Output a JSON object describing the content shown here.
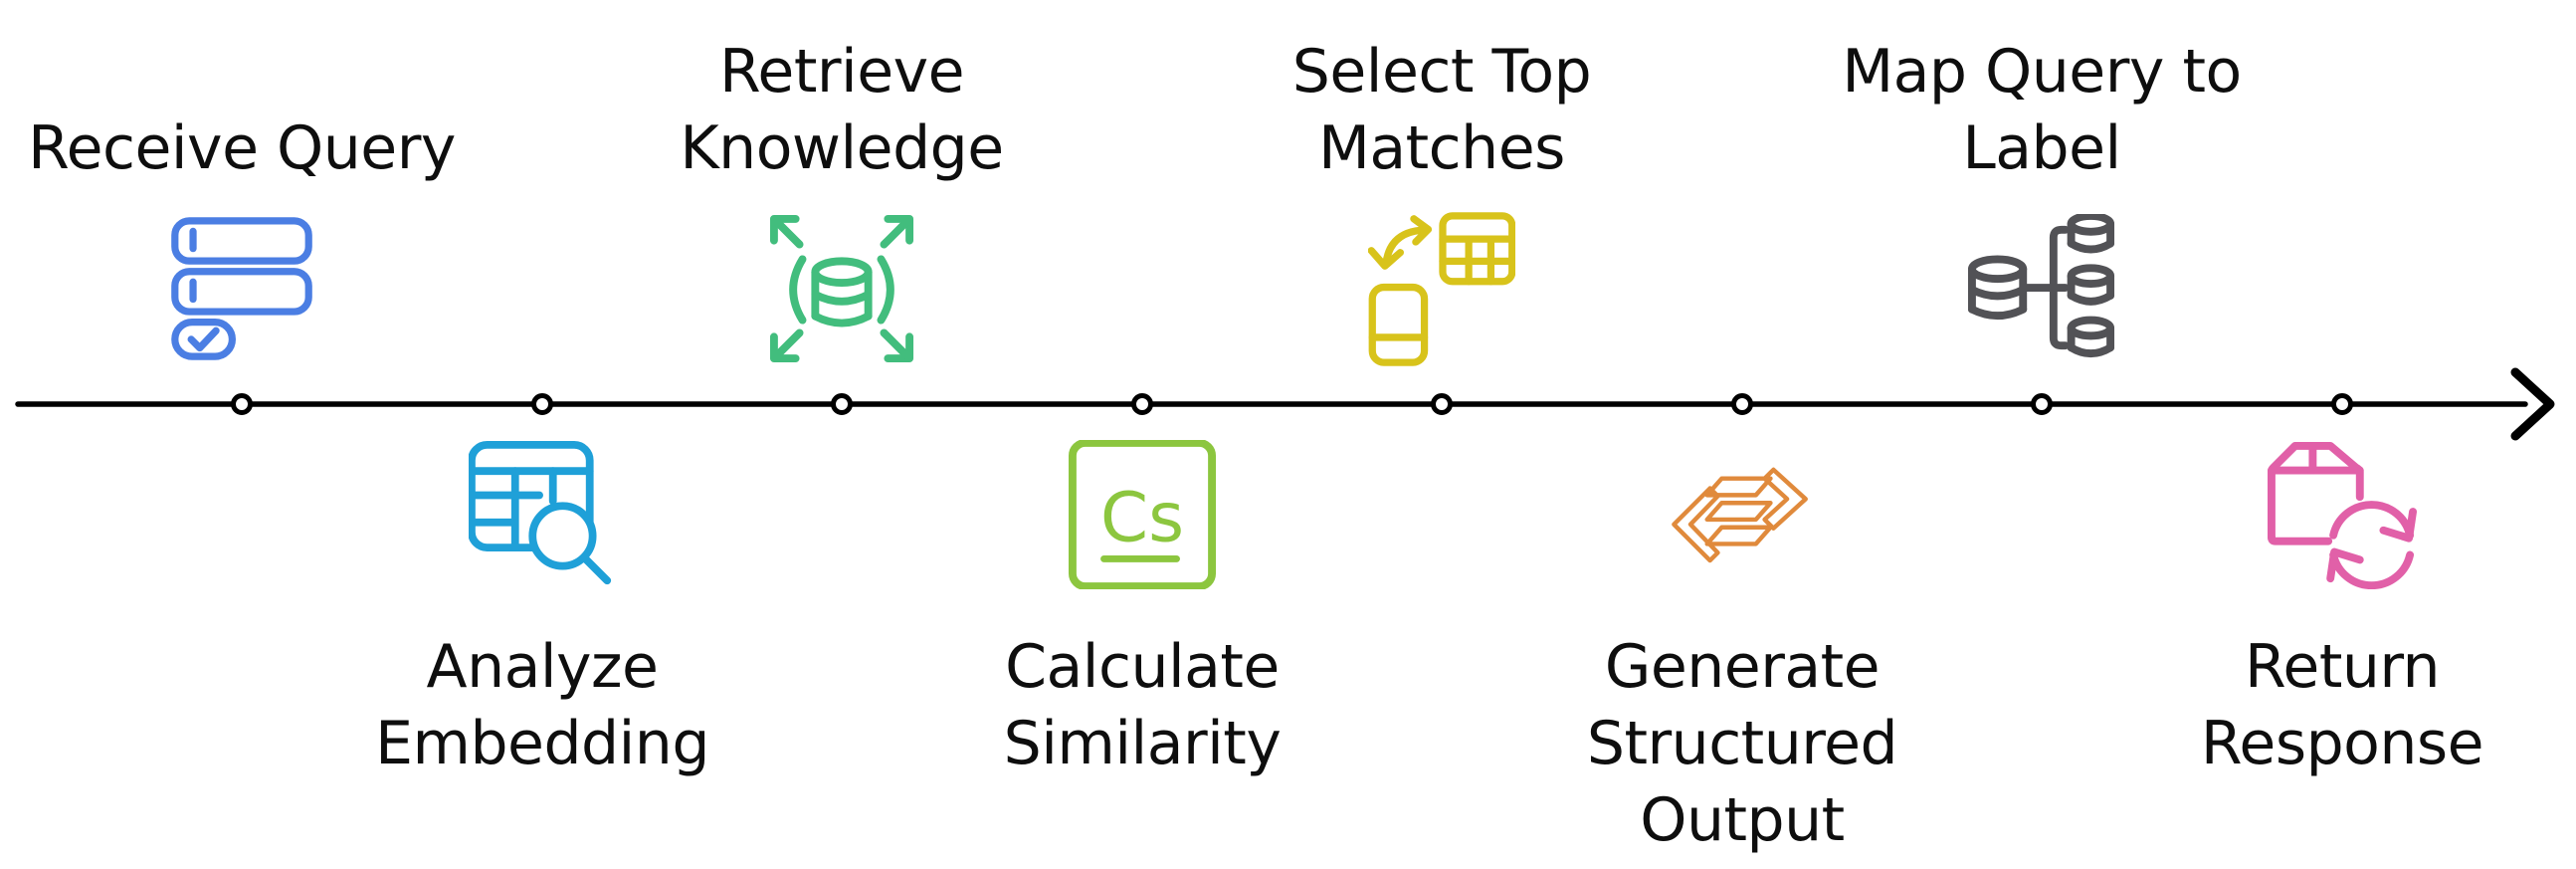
{
  "diagram": {
    "type": "process-timeline",
    "background": "#ffffff",
    "axis": {
      "line_color": "#000000",
      "node_fill": "#ffffff",
      "node_count": 8,
      "direction": "left-to-right"
    },
    "steps": [
      {
        "label": "Receive Query",
        "side": "above",
        "color": "#4b7ee3",
        "icon": "server-checklist-icon"
      },
      {
        "label": "Analyze\nEmbedding",
        "side": "below",
        "color": "#1fa0d8",
        "icon": "table-search-icon"
      },
      {
        "label": "Retrieve\nKnowledge",
        "side": "above",
        "color": "#42bd7d",
        "icon": "database-expand-icon"
      },
      {
        "label": "Calculate\nSimilarity",
        "side": "below",
        "color": "#8cc63f",
        "icon": "element-tile-icon",
        "icon_symbol": "Cs"
      },
      {
        "label": "Select Top\nMatches",
        "side": "above",
        "color": "#d8c31b",
        "icon": "device-table-transfer-icon"
      },
      {
        "label": "Generate\nStructured\nOutput",
        "side": "below",
        "color": "#e08a3c",
        "icon": "flow-arrows-icon"
      },
      {
        "label": "Map Query to\nLabel",
        "side": "above",
        "color": "#525256",
        "icon": "database-mapping-icon"
      },
      {
        "label": "Return\nResponse",
        "side": "below",
        "color": "#e160a8",
        "icon": "package-sync-icon"
      }
    ]
  }
}
